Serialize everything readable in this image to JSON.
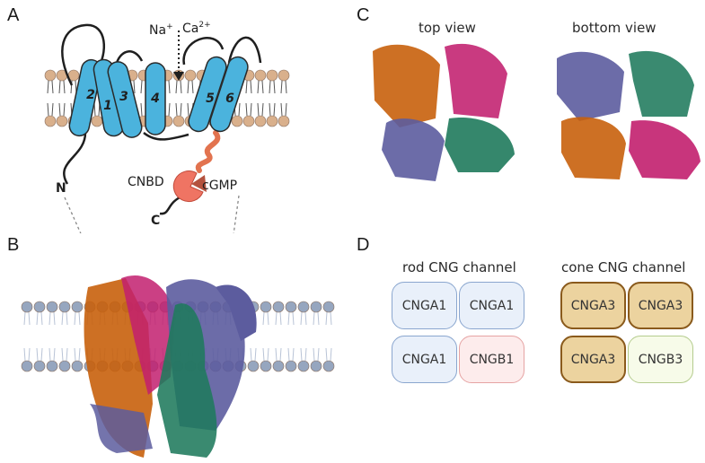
{
  "panels": {
    "a": "A",
    "b": "B",
    "c": "C",
    "d": "D"
  },
  "topology": {
    "ions": {
      "na": "Na",
      "na_sup": "+",
      "ca": "Ca",
      "ca_sup": "2+"
    },
    "helices": [
      "2",
      "1",
      "3",
      "4",
      "5",
      "6"
    ],
    "n_term": "N",
    "c_term": "C",
    "cnbd": "CNBD",
    "ligand": "cGMP"
  },
  "views": {
    "top": "top view",
    "bottom": "bottom view"
  },
  "rod": {
    "title": "rod CNG channel",
    "subunits": [
      "CNGA1",
      "CNGA1",
      "CNGA1",
      "CNGB1"
    ]
  },
  "cone": {
    "title": "cone CNG channel",
    "subunits": [
      "CNGA3",
      "CNGA3",
      "CNGA3",
      "CNGB3"
    ]
  },
  "colors": {
    "helix": "#4bb3dd",
    "helix_stroke": "#2a2a2a",
    "lipid_head": "#d9b08c",
    "linker": "#e2734f",
    "cnbd": "#ef7463",
    "membrane_b": "#96a6bf",
    "orange": "#c8600c",
    "magenta": "#c21f6e",
    "green": "#1f7a5c",
    "purple": "#5c5c9e"
  }
}
